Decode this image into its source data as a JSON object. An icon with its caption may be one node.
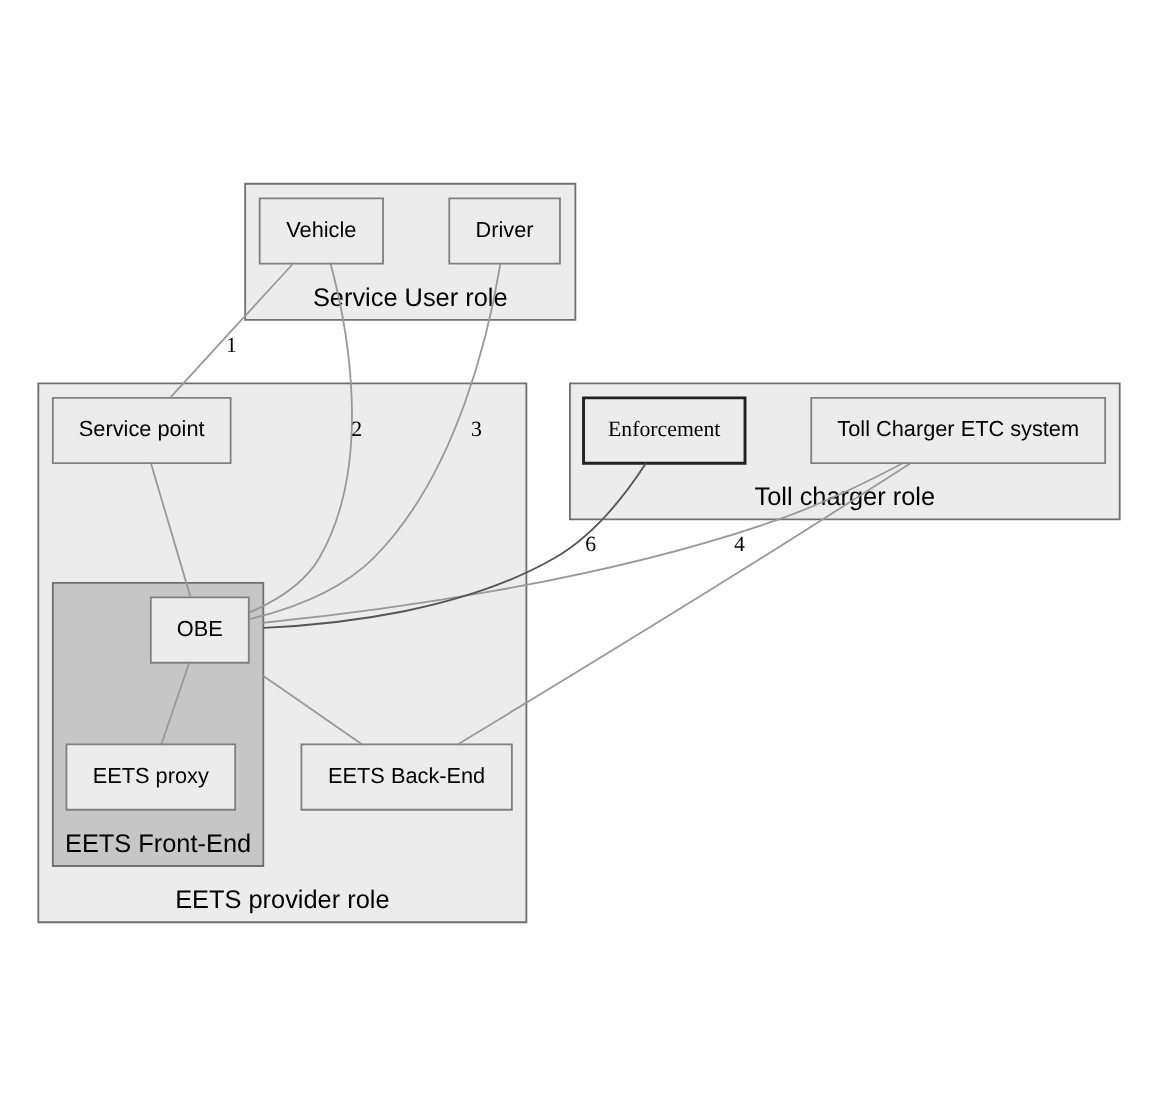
{
  "diagram": {
    "nodes": [
      {
        "text": [
          "Service User role"
        ]
      },
      {
        "text": [
          "Driver"
        ],
        "in": 0
      },
      {
        "text": [
          "Vehicle"
        ],
        "in": 0
      },
      {
        "text": [
          "Toll charger role"
        ]
      },
      {
        "text": [
          "Toll Charger ETC system"
        ],
        "in": 3
      },
      {
        "text": [
          "Enforcement"
        ],
        "in": 3
      },
      {
        "text": [
          "EETS provider role"
        ]
      },
      {
        "text": [
          "Service point"
        ],
        "in": 6
      },
      {
        "text": [
          "EETS Front-End"
        ],
        "in": 6
      },
      {
        "text": [
          "OBE"
        ],
        "in": 8
      },
      {
        "text": [
          "EETS proxy"
        ],
        "in": 8
      },
      {
        "text": [
          "EETS Back-End"
        ],
        "in": 6
      }
    ],
    "edges": [
      {
        "from": 2,
        "to": 7,
        "arrow": "none",
        "label": "1"
      },
      {
        "from": 2,
        "to": 9,
        "arrow": "none",
        "label": "2"
      },
      {
        "from": 1,
        "to": 9,
        "arrow": "none",
        "label": "3"
      },
      {
        "from": 4,
        "to": 8,
        "arrow": "none",
        "label": "4"
      },
      {
        "from": 5,
        "to": 8,
        "arrow": "none",
        "label": "6",
        "color": "#555555"
      },
      {
        "from": 4,
        "to": 11,
        "arrow": "none"
      },
      {
        "from": 7,
        "to": 9,
        "arrow": "none"
      },
      {
        "from": 9,
        "to": 10,
        "arrow": "none"
      },
      {
        "from": 8,
        "to": 11,
        "arrow": "none"
      }
    ]
  }
}
